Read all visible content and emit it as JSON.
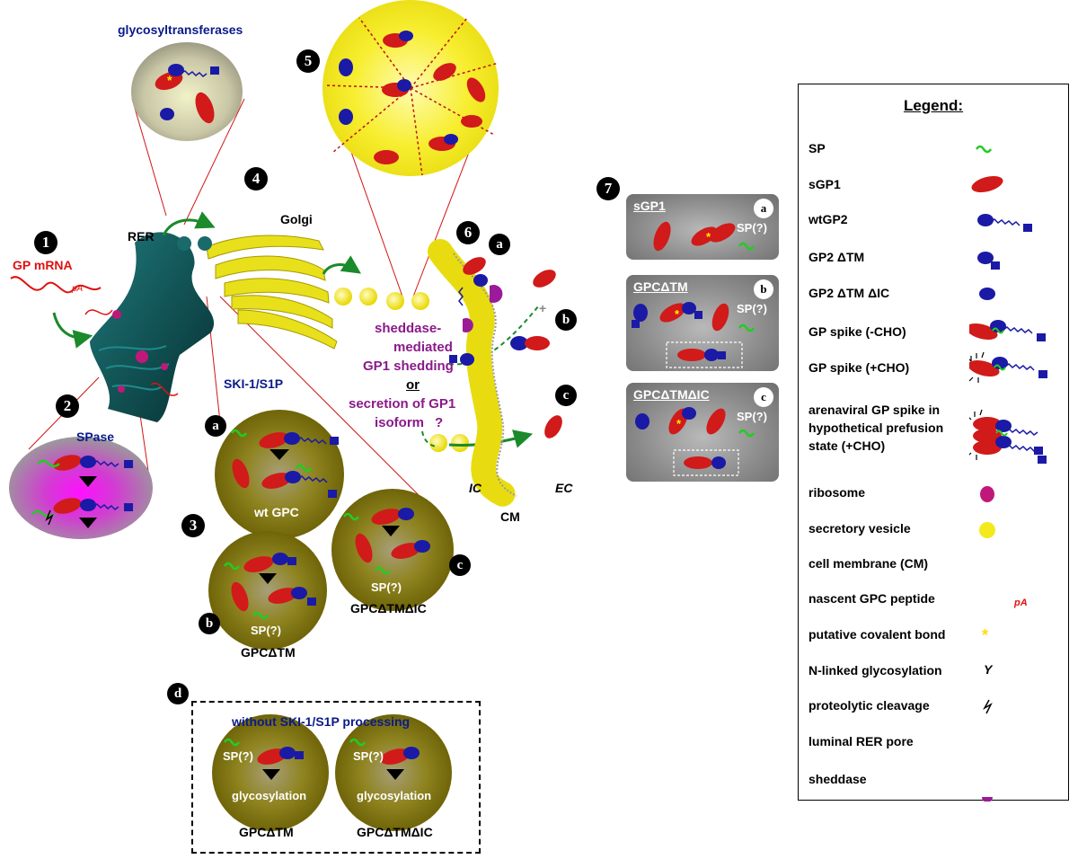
{
  "step_labels": [
    "1",
    "2",
    "3",
    "4",
    "5",
    "6",
    "7"
  ],
  "sub_labels": {
    "a": "a",
    "b": "b",
    "c": "c",
    "d": "d"
  },
  "left": {
    "gp_mrna": "GP mRNA",
    "pA": "pA",
    "rer": "RER",
    "spase": "SPase",
    "glycosyltransferases": "glycosyltransferases",
    "golgi": "Golgi",
    "ski1": "SKI-1/S1P"
  },
  "circles": {
    "wt": "wt GPC",
    "gpc_dtm": "GPCΔTM",
    "gpc_dtm_dic": "GPCΔTMΔIC",
    "sp_q": "SP(?)"
  },
  "without": {
    "title": "without SKI-1/S1P processing",
    "glycosylation": "glycosylation",
    "left_label": "GPCΔTM",
    "right_label": "GPCΔTMΔIC",
    "sp_q": "SP(?)"
  },
  "membrane": {
    "sheddase_1": "sheddase-",
    "sheddase_2": "mediated",
    "sheddase_3": "GP1 shedding",
    "or": "or",
    "secretion_1": "secretion of GP1",
    "secretion_2": "isoform",
    "question": "?",
    "ic": "IC",
    "ec": "EC",
    "cm": "CM"
  },
  "panels": [
    {
      "title": "sGP1",
      "badge": "a",
      "sp": "SP(?)"
    },
    {
      "title": "GPCΔTM",
      "badge": "b",
      "sp": "SP(?)"
    },
    {
      "title": "GPCΔTMΔIC",
      "badge": "c",
      "sp": "SP(?)"
    }
  ],
  "legend": {
    "title": "Legend:",
    "items": [
      {
        "label": "SP"
      },
      {
        "label": "sGP1"
      },
      {
        "label": "wtGP2"
      },
      {
        "label": "GP2 ΔTM"
      },
      {
        "label": "GP2 ΔTM ΔIC"
      },
      {
        "label": "GP spike (-CHO)"
      },
      {
        "label": "GP spike (+CHO)"
      },
      {
        "label": "arenaviral GP spike in"
      },
      {
        "label": "hypothetical prefusion"
      },
      {
        "label": "state (+CHO)"
      },
      {
        "label": "ribosome"
      },
      {
        "label": "secretory vesicle"
      },
      {
        "label": "cell membrane (CM)"
      },
      {
        "label": "nascent GPC peptide"
      },
      {
        "label": "putative covalent bond"
      },
      {
        "label": "N-linked glycosylation"
      },
      {
        "label": "proteolytic cleavage"
      },
      {
        "label": "luminal RER pore"
      },
      {
        "label": "sheddase"
      }
    ],
    "pA": "pA",
    "star": "*",
    "y_glyph": "Y"
  },
  "colors": {
    "gp1_red": "#d11a1a",
    "gp2_blue": "#1a1aa6",
    "sp_green": "#22cc22",
    "vesicle_yellow": "#f2ea1c",
    "rer_teal": "#0f4f52",
    "olive": "#8a7d10",
    "sheddase_purple": "#9a1a9a",
    "label_blue": "#0a1a8a",
    "label_purple": "#8a1a8a",
    "arrow_green": "#1a8a2a",
    "mrna_red": "#e01010"
  }
}
